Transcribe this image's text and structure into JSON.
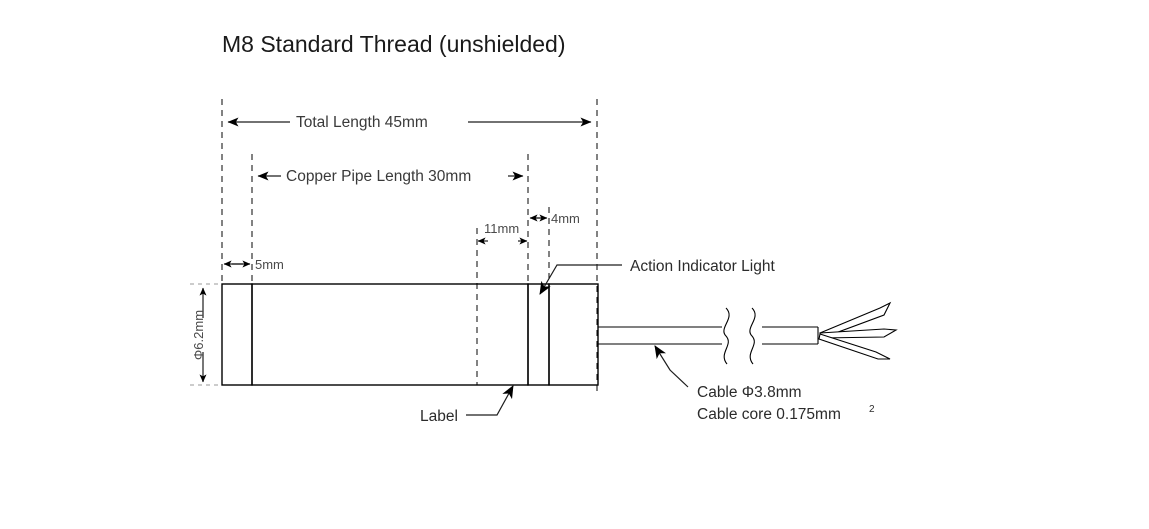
{
  "title": "M8 Standard Thread (unshielded)",
  "dimensions": {
    "total_length": "Total Length 45mm",
    "copper_pipe_length": "Copper Pipe Length 30mm",
    "thread_length": "5mm",
    "label_zone": "11mm",
    "indicator_zone": "4mm",
    "diameter": "Φ6.2mm"
  },
  "annotations": {
    "indicator": "Action Indicator Light",
    "label": "Label",
    "cable_diameter": "Cable  Φ3.8mm",
    "cable_core": "Cable core  0.175mm",
    "cable_core_sup": "2"
  },
  "colors": {
    "line": "#000000",
    "dimension_text": "#3a3a3a",
    "annotation_text": "#2b2b2b",
    "title_text": "#1a1a1a",
    "background": "#ffffff"
  },
  "icons": {
    "arrow_left": "arrow-left-icon",
    "arrow_right": "arrow-right-icon",
    "arrow_up": "arrow-up-icon",
    "arrow_down": "arrow-down-icon",
    "break_symbol": "cable-break-symbol-icon"
  }
}
